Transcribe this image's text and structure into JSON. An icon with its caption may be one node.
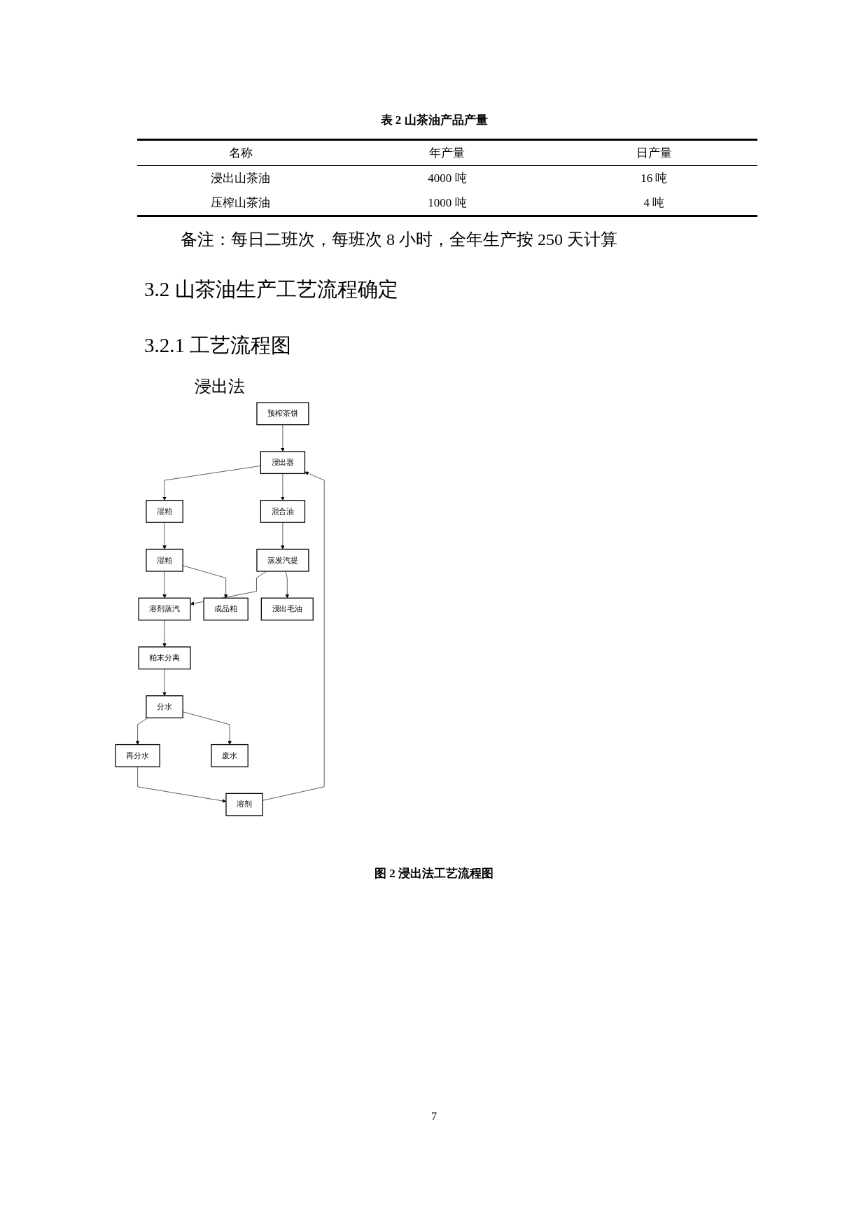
{
  "diagram": {
    "caption": "图 2 浸出法工艺流程图",
    "nodes": [
      {
        "text": [
          "预榨茶饼"
        ]
      },
      {
        "text": [
          "湿粕"
        ]
      },
      {
        "text": [
          "湿粕"
        ]
      },
      {
        "text": [
          "浸出器"
        ]
      },
      {
        "text": [
          "溶剂蒸汽"
        ]
      },
      {
        "text": [
          "溶剂"
        ]
      },
      {
        "text": [
          "混合油"
        ]
      },
      {
        "text": [
          "蒸发汽提"
        ]
      },
      {
        "text": [
          "浸出毛油"
        ]
      },
      {
        "text": [
          "再分水"
        ]
      },
      {
        "text": [
          "分水"
        ]
      },
      {
        "text": [
          "粕末分离"
        ]
      },
      {
        "text": [
          "废水"
        ]
      },
      {
        "text": [
          "成品粕"
        ]
      }
    ],
    "edges": [
      {
        "from": 0,
        "to": 3,
        "arrow": "to"
      },
      {
        "from": 5,
        "to": 3,
        "arrow": "to"
      },
      {
        "from": 3,
        "to": 1,
        "arrow": "to"
      },
      {
        "from": 3,
        "to": 6,
        "arrow": "to"
      },
      {
        "from": 1,
        "to": 2,
        "arrow": "to"
      },
      {
        "from": 2,
        "to": 4,
        "arrow": "to"
      },
      {
        "from": 2,
        "to": 13,
        "arrow": "to"
      },
      {
        "from": 7,
        "to": 4,
        "arrow": "to"
      },
      {
        "from": 6,
        "to": 7,
        "arrow": "to"
      },
      {
        "from": 7,
        "to": 8,
        "arrow": "to"
      },
      {
        "from": 4,
        "to": 11,
        "arrow": "to"
      },
      {
        "from": 11,
        "to": 10,
        "arrow": "to"
      },
      {
        "from": 10,
        "to": 9,
        "arrow": "to"
      },
      {
        "from": 10,
        "to": 12,
        "arrow": "to"
      },
      {
        "from": 9,
        "to": 5,
        "arrow": "to"
      }
    ],
    "labels": [
      "表 2 山茶油产品产量",
      "名称",
      "年产量",
      "日产量",
      "浸出山茶油",
      "4000 吨",
      "16 吨",
      "压榨山茶油",
      "1000 吨",
      "4 吨",
      "备注：每日二班次，每班次 8 小时，全年生产按 250 天计算",
      "3.2 山茶油生产工艺流程确定",
      "3.2.1 工艺流程图",
      "浸出法",
      "7"
    ]
  }
}
